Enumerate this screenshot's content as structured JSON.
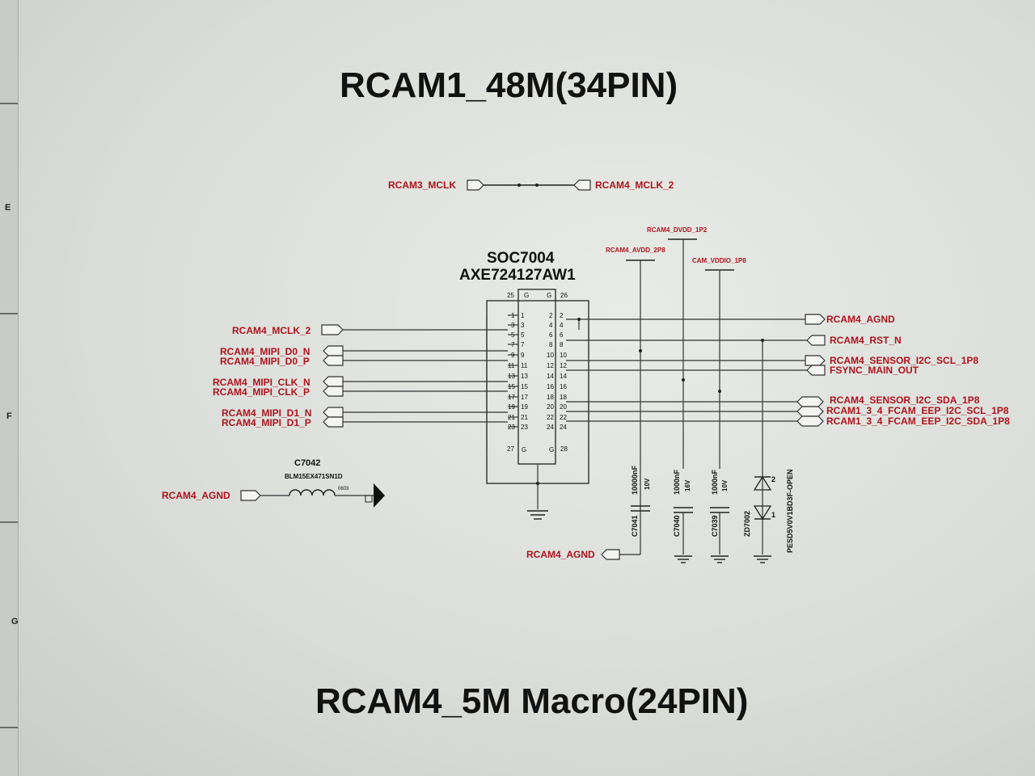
{
  "titles": {
    "top": "RCAM1_48M(34PIN)",
    "bottom": "RCAM4_5M Macro(24PIN)"
  },
  "grid_letters": [
    "E",
    "F",
    "G"
  ],
  "connector": {
    "ref": "SOC7004",
    "part_number": "AXE724127AW1",
    "left_pins": [
      "1",
      "3",
      "5",
      "7",
      "9",
      "11",
      "13",
      "15",
      "17",
      "19",
      "21",
      "23"
    ],
    "right_pins": [
      "2",
      "4",
      "6",
      "8",
      "10",
      "12",
      "14",
      "16",
      "18",
      "20",
      "22",
      "24"
    ],
    "ground_pins": [
      "25",
      "26",
      "27",
      "28"
    ],
    "ground_label": "G"
  },
  "top_link": {
    "left": "RCAM3_MCLK",
    "right": "RCAM4_MCLK_2"
  },
  "left_nets": [
    "RCAM4_MCLK_2",
    "RCAM4_MIPI_D0_N",
    "RCAM4_MIPI_D0_P",
    "RCAM4_MIPI_CLK_N",
    "RCAM4_MIPI_CLK_P",
    "RCAM4_MIPI_D1_N",
    "RCAM4_MIPI_D1_P"
  ],
  "right_nets": [
    "RCAM4_AGND",
    "RCAM4_RST_N",
    "RCAM4_SENSOR_I2C_SCL_1P8",
    "FSYNC_MAIN_OUT",
    "RCAM4_SENSOR_I2C_SDA_1P8",
    "RCAM1_3_4_FCAM_EEP_I2C_SCL_1P8",
    "RCAM1_3_4_FCAM_EEP_I2C_SDA_1P8"
  ],
  "rails": {
    "avdd": "RCAM4_AVDD_2P8",
    "dvdd": "RCAM4_DVDD_1P2",
    "vddio": "CAM_VDDIO_1P8"
  },
  "inductor": {
    "ref": "C7042",
    "part": "BLM15EX471SN1D",
    "net": "RCAM4_AGND",
    "note": "0603"
  },
  "caps": [
    {
      "ref": "C7041",
      "value": "10000nF",
      "rating": "10V"
    },
    {
      "ref": "C7040",
      "value": "1000nF",
      "rating": "16V"
    },
    {
      "ref": "C7039",
      "value": "1000nF",
      "rating": "10V"
    }
  ],
  "diode": {
    "ref": "ZD7002",
    "part": "PESD5V0V1BD3F-OPEN",
    "pin_a": "2",
    "pin_b": "1"
  },
  "bottom_net": "RCAM4_AGND",
  "colors": {
    "net_text": "#b0131d",
    "title_text": "#111111",
    "background": "#dadcd8"
  }
}
